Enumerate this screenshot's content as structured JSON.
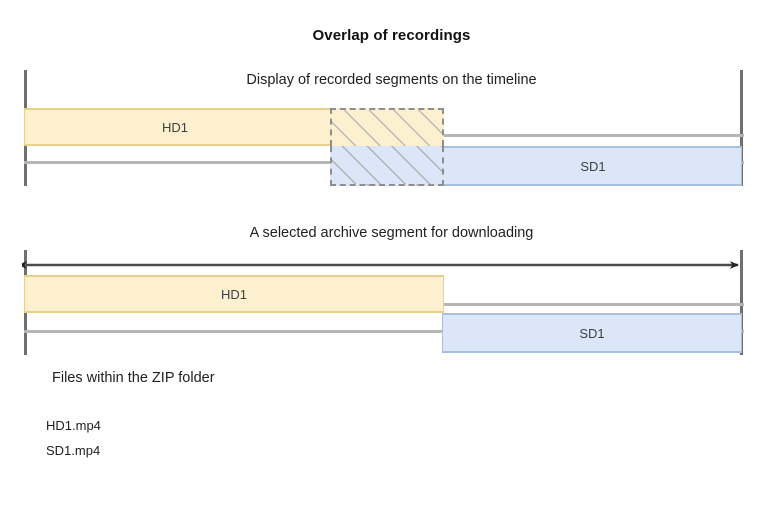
{
  "page": {
    "title": "Overlap of recordings"
  },
  "diagram_top": {
    "caption": "Display of recorded segments on the timeline",
    "bars": [
      {
        "label": "HD1",
        "kind": "hd"
      },
      {
        "label": "SD1",
        "kind": "sd"
      }
    ],
    "overlap": {
      "label": "",
      "description": "hatched overlap region"
    }
  },
  "diagram_bottom": {
    "caption": "A selected archive segment for downloading",
    "bars": [
      {
        "label": "HD1",
        "kind": "hd"
      },
      {
        "label": "SD1",
        "kind": "sd"
      }
    ],
    "selection_arrow": "double-headed-arrow"
  },
  "files": {
    "heading": "Files within the ZIP folder",
    "items": [
      "HD1.mp4",
      "SD1.mp4"
    ]
  },
  "colors": {
    "hd_fill": "#fcf0ce",
    "hd_border": "#e8d08a",
    "sd_fill": "#dbe7f8",
    "sd_border": "#a8c0e0",
    "rule": "#6f6f6f",
    "track": "#b6b6b6",
    "hatch_border": "#8e8e8e",
    "text": "#202124"
  }
}
